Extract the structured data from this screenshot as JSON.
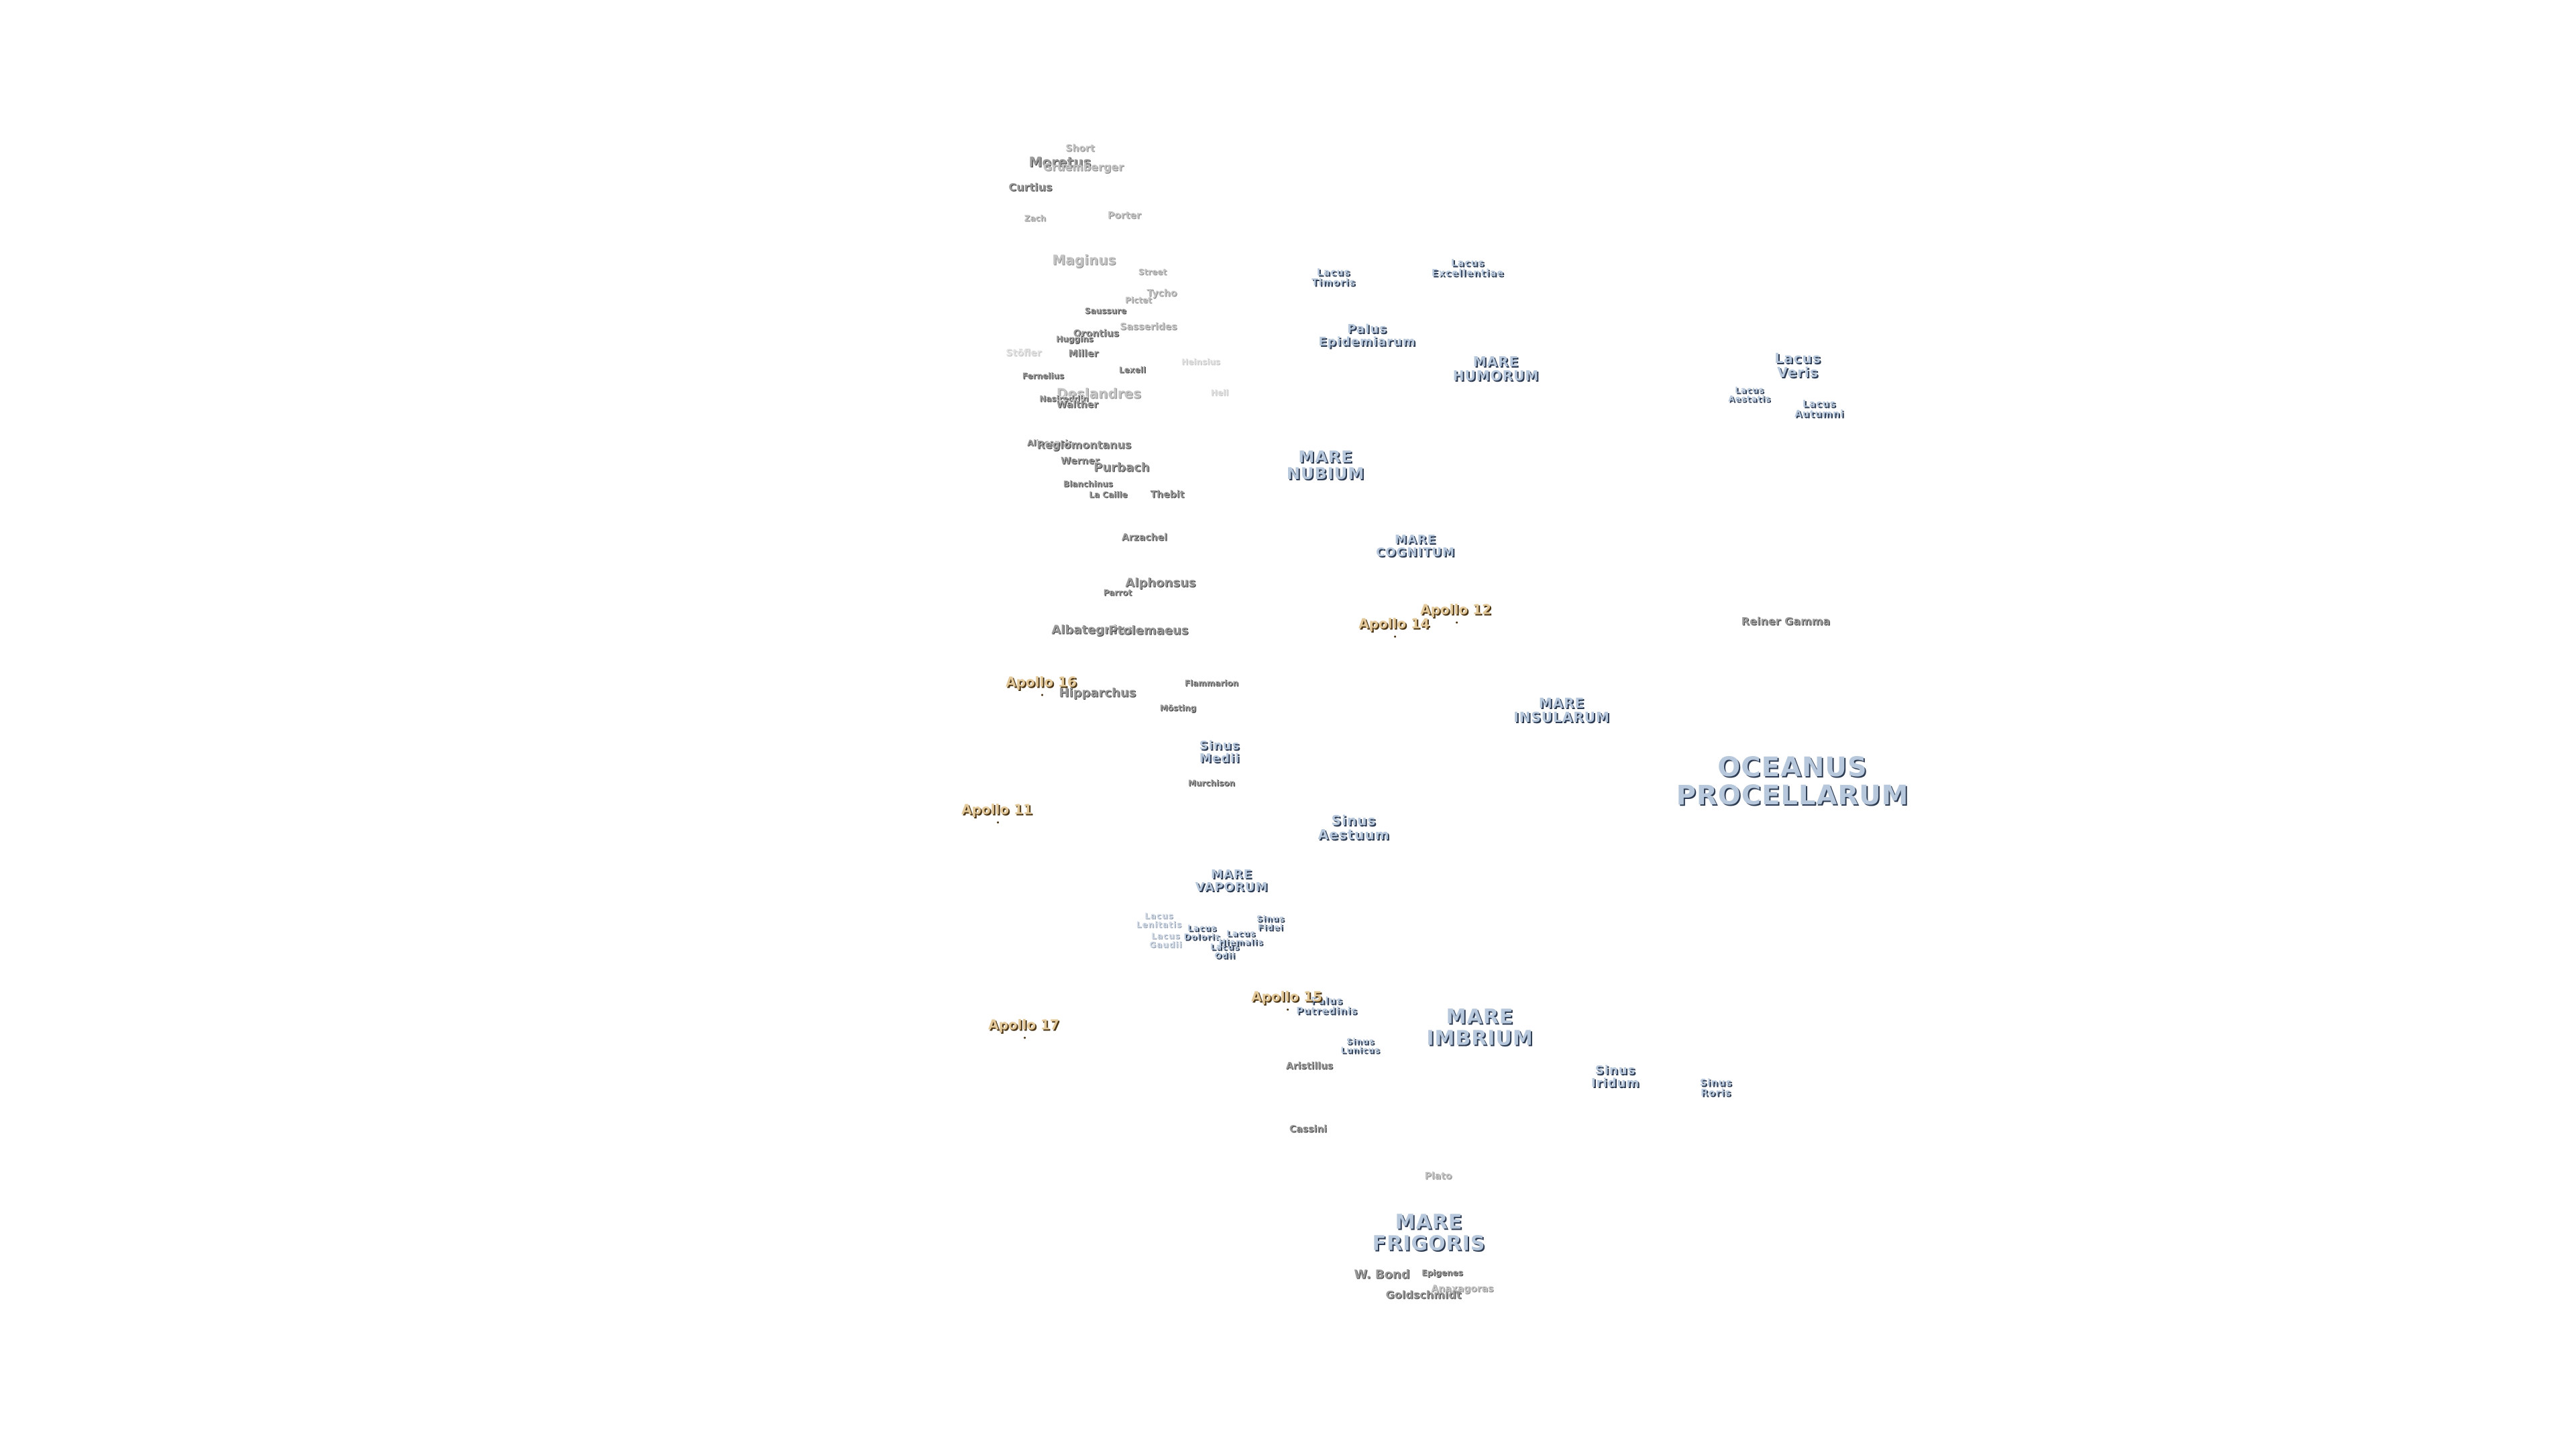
{
  "labels": [
    {
      "id": "short",
      "text": "Short",
      "kind": "crater",
      "variant": "faint"
    },
    {
      "id": "moretus",
      "text": "Moretus",
      "kind": "crater",
      "variant": ""
    },
    {
      "id": "gruemberger",
      "text": "Gruemberger",
      "kind": "crater",
      "variant": "faint"
    },
    {
      "id": "curtius",
      "text": "Curtius",
      "kind": "crater",
      "variant": ""
    },
    {
      "id": "zach",
      "text": "Zach",
      "kind": "crater",
      "variant": "faint"
    },
    {
      "id": "porter",
      "text": "Porter",
      "kind": "crater",
      "variant": "faint"
    },
    {
      "id": "maginus",
      "text": "Maginus",
      "kind": "crater",
      "variant": "faint"
    },
    {
      "id": "street",
      "text": "Street",
      "kind": "crater",
      "variant": "faint"
    },
    {
      "id": "tycho",
      "text": "Tycho",
      "kind": "crater",
      "variant": "faint"
    },
    {
      "id": "pictet",
      "text": "Pictet",
      "kind": "crater",
      "variant": "faint"
    },
    {
      "id": "saussure",
      "text": "Saussure",
      "kind": "crater",
      "variant": ""
    },
    {
      "id": "sasserides",
      "text": "Sasserides",
      "kind": "crater",
      "variant": "faint"
    },
    {
      "id": "orontius",
      "text": "Orontius",
      "kind": "crater",
      "variant": ""
    },
    {
      "id": "huggins",
      "text": "Huggins",
      "kind": "crater",
      "variant": ""
    },
    {
      "id": "stofler",
      "text": "Stöfler",
      "kind": "crater",
      "variant": "faint2"
    },
    {
      "id": "miller",
      "text": "Miller",
      "kind": "crater",
      "variant": ""
    },
    {
      "id": "lexell",
      "text": "Lexell",
      "kind": "crater",
      "variant": ""
    },
    {
      "id": "heinsius",
      "text": "Heinsius",
      "kind": "crater",
      "variant": "faint2"
    },
    {
      "id": "fernelius",
      "text": "Fernelius",
      "kind": "crater",
      "variant": ""
    },
    {
      "id": "deslandres",
      "text": "Deslandres",
      "kind": "crater",
      "variant": "faint"
    },
    {
      "id": "nasireddin",
      "text": "Nasireddin",
      "kind": "crater",
      "variant": ""
    },
    {
      "id": "walther",
      "text": "Walther",
      "kind": "crater",
      "variant": ""
    },
    {
      "id": "hell",
      "text": "Hell",
      "kind": "crater",
      "variant": "faint2"
    },
    {
      "id": "aliacensis",
      "text": "Aliacensis",
      "kind": "crater",
      "variant": ""
    },
    {
      "id": "regiomontanus",
      "text": "Regiomontanus",
      "kind": "crater",
      "variant": ""
    },
    {
      "id": "werner",
      "text": "Werner",
      "kind": "crater",
      "variant": ""
    },
    {
      "id": "purbach",
      "text": "Purbach",
      "kind": "crater",
      "variant": ""
    },
    {
      "id": "blanchinus",
      "text": "Blanchinus",
      "kind": "crater",
      "variant": ""
    },
    {
      "id": "lacaille",
      "text": "La Caille",
      "kind": "crater",
      "variant": ""
    },
    {
      "id": "thebit",
      "text": "Thebit",
      "kind": "crater",
      "variant": ""
    },
    {
      "id": "arzachel",
      "text": "Arzachel",
      "kind": "crater",
      "variant": ""
    },
    {
      "id": "alphonsus",
      "text": "Alphonsus",
      "kind": "crater",
      "variant": ""
    },
    {
      "id": "parrot",
      "text": "Parrot",
      "kind": "crater",
      "variant": ""
    },
    {
      "id": "albategnius",
      "text": "Albategnius",
      "kind": "crater",
      "variant": ""
    },
    {
      "id": "ptolemaeus",
      "text": "Ptolemaeus",
      "kind": "crater",
      "variant": ""
    },
    {
      "id": "hipparchus",
      "text": "Hipparchus",
      "kind": "crater",
      "variant": ""
    },
    {
      "id": "flammarion",
      "text": "Flammarion",
      "kind": "crater",
      "variant": ""
    },
    {
      "id": "mosting",
      "text": "Mösting",
      "kind": "crater",
      "variant": ""
    },
    {
      "id": "murchison",
      "text": "Murchison",
      "kind": "crater",
      "variant": ""
    },
    {
      "id": "aristillus",
      "text": "Aristillus",
      "kind": "crater",
      "variant": ""
    },
    {
      "id": "cassini",
      "text": "Cassini",
      "kind": "crater",
      "variant": ""
    },
    {
      "id": "plato",
      "text": "Plato",
      "kind": "crater",
      "variant": "faint"
    },
    {
      "id": "wbond",
      "text": "W. Bond",
      "kind": "crater",
      "variant": ""
    },
    {
      "id": "epigenes",
      "text": "Epigenes",
      "kind": "crater",
      "variant": ""
    },
    {
      "id": "goldschmidt",
      "text": "Goldschmidt",
      "kind": "crater",
      "variant": ""
    },
    {
      "id": "anaxagoras",
      "text": "Anaxagoras",
      "kind": "crater",
      "variant": "faint"
    },
    {
      "id": "reinergamma",
      "text": "Reiner Gamma",
      "kind": "crater",
      "variant": ""
    },
    {
      "id": "lacus-timoris",
      "text": "Lacus\nTimoris",
      "kind": "mare",
      "variant": ""
    },
    {
      "id": "lacus-excellentiae",
      "text": "Lacus\nExcellentiae",
      "kind": "mare",
      "variant": ""
    },
    {
      "id": "palus-epidemiarum",
      "text": "Palus\nEpidemiarum",
      "kind": "mare",
      "variant": ""
    },
    {
      "id": "mare-humorum",
      "text": "MARE\nHUMORUM",
      "kind": "mare",
      "variant": ""
    },
    {
      "id": "lacus-veris",
      "text": "Lacus\nVeris",
      "kind": "mare",
      "variant": ""
    },
    {
      "id": "lacus-aestatis",
      "text": "Lacus\nAestatis",
      "kind": "mare",
      "variant": ""
    },
    {
      "id": "lacus-autumni",
      "text": "Lacus\nAutumni",
      "kind": "mare",
      "variant": ""
    },
    {
      "id": "mare-nubium",
      "text": "MARE\nNUBIUM",
      "kind": "mare",
      "variant": ""
    },
    {
      "id": "mare-cognitum",
      "text": "MARE\nCOGNITUM",
      "kind": "mare",
      "variant": ""
    },
    {
      "id": "mare-insularum",
      "text": "MARE\nINSULARUM",
      "kind": "mare",
      "variant": ""
    },
    {
      "id": "oceanus-procellarum",
      "text": "OCEANUS\nPROCELLARUM",
      "kind": "mare",
      "variant": ""
    },
    {
      "id": "sinus-medii",
      "text": "Sinus\nMedii",
      "kind": "mare",
      "variant": ""
    },
    {
      "id": "sinus-aestuum",
      "text": "Sinus\nAestuum",
      "kind": "mare",
      "variant": ""
    },
    {
      "id": "mare-vaporum",
      "text": "MARE\nVAPORUM",
      "kind": "mare",
      "variant": ""
    },
    {
      "id": "lacus-lenitatis",
      "text": "Lacus\nLenitatis",
      "kind": "mare",
      "variant": "faint"
    },
    {
      "id": "lacus-gaudii",
      "text": "Lacus\nGaudii",
      "kind": "mare",
      "variant": "faint"
    },
    {
      "id": "lacus-doloris",
      "text": "Lacus\nDoloris",
      "kind": "mare",
      "variant": ""
    },
    {
      "id": "lacus-odii",
      "text": "Lacus\nOdii",
      "kind": "mare",
      "variant": ""
    },
    {
      "id": "lacus-hiemalis",
      "text": "Lacus\nHiemalis",
      "kind": "mare",
      "variant": ""
    },
    {
      "id": "sinus-fidei",
      "text": "Sinus\nFidei",
      "kind": "mare",
      "variant": ""
    },
    {
      "id": "palus-putredinis",
      "text": "Palus\nPutredinis",
      "kind": "mare",
      "variant": ""
    },
    {
      "id": "mare-imbrium",
      "text": "MARE\nIMBRIUM",
      "kind": "mare",
      "variant": ""
    },
    {
      "id": "sinus-lunicus",
      "text": "Sinus\nLunicus",
      "kind": "mare",
      "variant": ""
    },
    {
      "id": "sinus-iridum",
      "text": "Sinus\nIridum",
      "kind": "mare",
      "variant": ""
    },
    {
      "id": "sinus-roris",
      "text": "Sinus\nRoris",
      "kind": "mare",
      "variant": ""
    },
    {
      "id": "mare-frigoris",
      "text": "MARE\nFRIGORIS",
      "kind": "mare",
      "variant": ""
    },
    {
      "id": "apollo-12",
      "text": "Apollo 12",
      "kind": "apollo",
      "variant": ""
    },
    {
      "id": "apollo-14",
      "text": "Apollo 14",
      "kind": "apollo",
      "variant": ""
    },
    {
      "id": "apollo-16",
      "text": "Apollo 16",
      "kind": "apollo",
      "variant": ""
    },
    {
      "id": "apollo-11",
      "text": "Apollo 11",
      "kind": "apollo",
      "variant": ""
    },
    {
      "id": "apollo-15",
      "text": "Apollo 15",
      "kind": "apollo",
      "variant": ""
    },
    {
      "id": "apollo-17",
      "text": "Apollo 17",
      "kind": "apollo",
      "variant": ""
    }
  ],
  "colors": {
    "background": "#ffffff",
    "crater": "#9a9a9a",
    "mare": "#b8c8dc",
    "apollo": "#e3c89a"
  }
}
